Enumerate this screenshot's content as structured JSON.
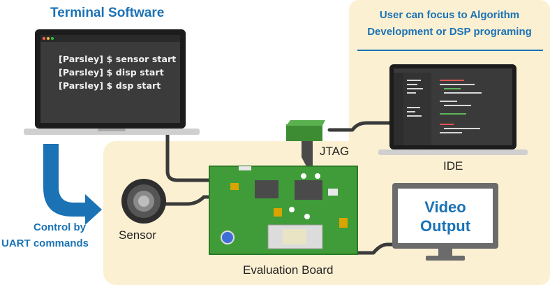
{
  "labels": {
    "terminal_title": "Terminal Software",
    "focus_line1": "User can focus to Algorithm",
    "focus_line2": "Development or DSP programing",
    "control_line1": "Control by",
    "control_line2": "UART commands",
    "jtag": "JTAG",
    "ide": "IDE",
    "sensor": "Sensor",
    "evaluation_board": "Evaluation Board",
    "video_line1": "Video",
    "video_line2": "Output"
  },
  "terminal_lines": [
    "[Parsley]  $ sensor start",
    "[Parsley]  $ disp start",
    "[Parsley]  $ dsp start"
  ],
  "colors": {
    "accent_blue": "#1b72b5",
    "panel_cream": "#fbf0d2",
    "board_green": "#3f9c38",
    "cable": "#3a3a3a"
  }
}
